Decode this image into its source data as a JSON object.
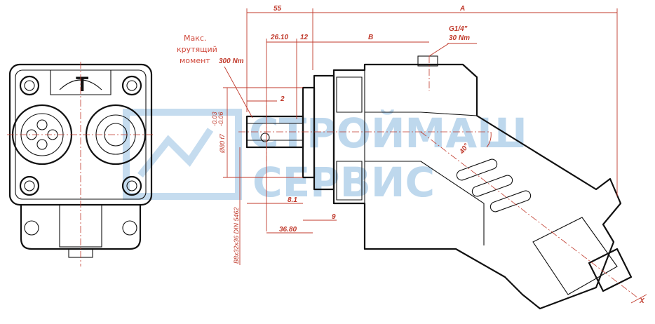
{
  "drawing": {
    "dimensions": {
      "d55": "55",
      "dA": "A",
      "d26_10": "26.10",
      "d12": "12",
      "dB": "B",
      "d2": "2",
      "d8_1": "8.1",
      "d9": "9",
      "d36_80": "36.80",
      "d40deg": "40°",
      "diameter": "Ø80 f7",
      "tol_upper": "-0.03",
      "tol_lower": "-0.06",
      "spline": "B8x32x36 DIN 5462",
      "axis_label": "X"
    },
    "port": {
      "thread": "G1/4\"",
      "torque": "30 Nm"
    },
    "torque_note": {
      "line1": "Макс.",
      "line2": "крутящий",
      "line3": "момент",
      "value": "300 Nm"
    },
    "watermark": {
      "line1": "СТРОЙМАШ",
      "line2": "СЕРВИС"
    },
    "colors": {
      "dimension": "#c0392b",
      "outline": "#111111",
      "watermark": "#7fb2dc"
    }
  }
}
